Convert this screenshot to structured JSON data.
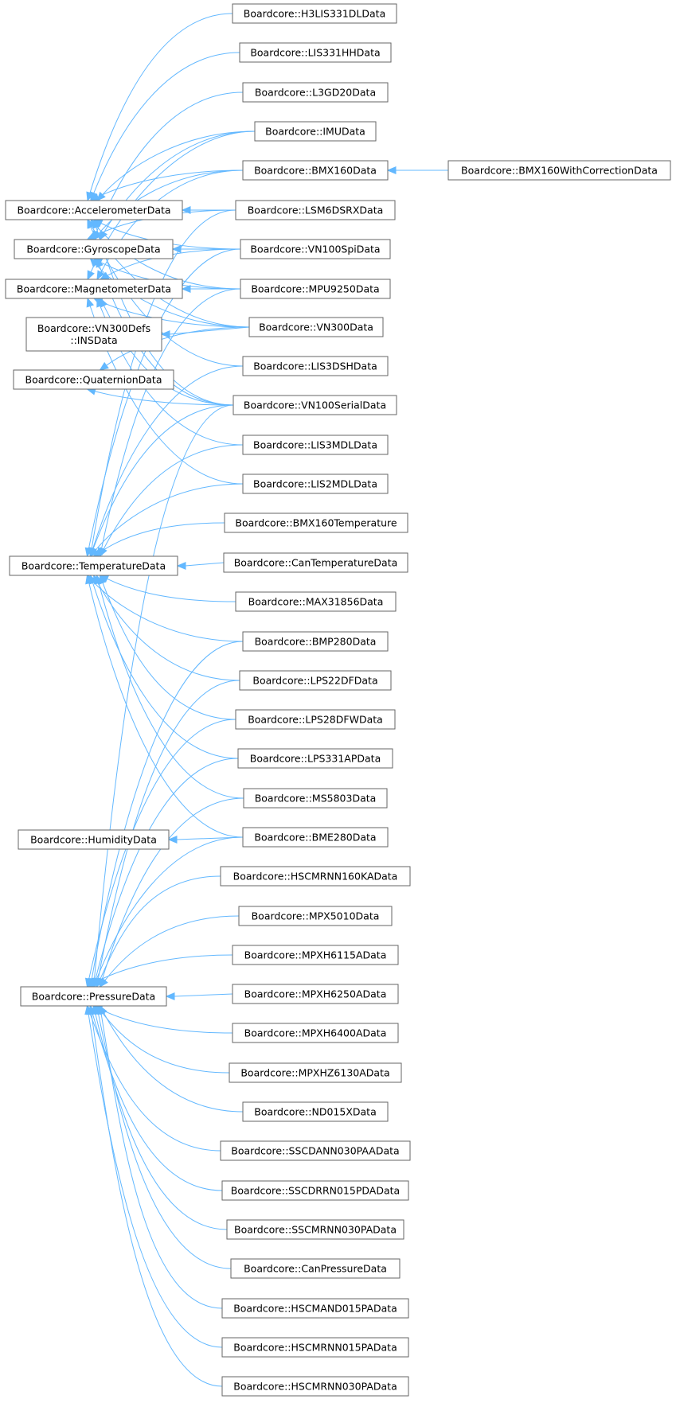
{
  "diagram": {
    "edge_color": "#63b8ff",
    "node_border_color": "#666666",
    "base_classes": [
      {
        "id": "accel",
        "lines": [
          "Boardcore::AccelerometerData"
        ]
      },
      {
        "id": "gyro",
        "lines": [
          "Boardcore::GyroscopeData"
        ]
      },
      {
        "id": "magneto",
        "lines": [
          "Boardcore::MagnetometerData"
        ]
      },
      {
        "id": "vn300ins",
        "lines": [
          "Boardcore::VN300Defs",
          "::INSData"
        ]
      },
      {
        "id": "quat",
        "lines": [
          "Boardcore::QuaternionData"
        ]
      },
      {
        "id": "temp",
        "lines": [
          "Boardcore::TemperatureData"
        ]
      },
      {
        "id": "humid",
        "lines": [
          "Boardcore::HumidityData"
        ]
      },
      {
        "id": "press",
        "lines": [
          "Boardcore::PressureData"
        ]
      }
    ],
    "derived_classes": [
      {
        "id": "h3lis331dl",
        "label": "Boardcore::H3LIS331DLData",
        "bases": [
          "accel"
        ]
      },
      {
        "id": "lis331hh",
        "label": "Boardcore::LIS331HHData",
        "bases": [
          "accel"
        ]
      },
      {
        "id": "l3gd20",
        "label": "Boardcore::L3GD20Data",
        "bases": [
          "gyro"
        ]
      },
      {
        "id": "imu",
        "label": "Boardcore::IMUData",
        "bases": [
          "accel",
          "gyro",
          "magneto"
        ]
      },
      {
        "id": "bmx160",
        "label": "Boardcore::BMX160Data",
        "bases": [
          "accel",
          "gyro",
          "magneto"
        ]
      },
      {
        "id": "lsm6dsrx",
        "label": "Boardcore::LSM6DSRXData",
        "bases": [
          "accel",
          "gyro",
          "temp"
        ]
      },
      {
        "id": "vn100spi",
        "label": "Boardcore::VN100SpiData",
        "bases": [
          "accel",
          "gyro",
          "magneto",
          "temp"
        ]
      },
      {
        "id": "mpu9250",
        "label": "Boardcore::MPU9250Data",
        "bases": [
          "accel",
          "gyro",
          "magneto",
          "temp"
        ]
      },
      {
        "id": "vn300",
        "label": "Boardcore::VN300Data",
        "bases": [
          "accel",
          "gyro",
          "magneto",
          "vn300ins",
          "quat"
        ]
      },
      {
        "id": "lis3dsh",
        "label": "Boardcore::LIS3DSHData",
        "bases": [
          "accel",
          "temp"
        ]
      },
      {
        "id": "vn100serial",
        "label": "Boardcore::VN100SerialData",
        "bases": [
          "accel",
          "gyro",
          "magneto",
          "quat",
          "temp",
          "press"
        ]
      },
      {
        "id": "lis3mdl",
        "label": "Boardcore::LIS3MDLData",
        "bases": [
          "magneto",
          "temp"
        ]
      },
      {
        "id": "lis2mdl",
        "label": "Boardcore::LIS2MDLData",
        "bases": [
          "magneto",
          "temp"
        ]
      },
      {
        "id": "bmx160temp",
        "label": "Boardcore::BMX160Temperature",
        "bases": [
          "temp"
        ]
      },
      {
        "id": "cantemp",
        "label": "Boardcore::CanTemperatureData",
        "bases": [
          "temp"
        ]
      },
      {
        "id": "max31856",
        "label": "Boardcore::MAX31856Data",
        "bases": [
          "temp"
        ]
      },
      {
        "id": "bmp280",
        "label": "Boardcore::BMP280Data",
        "bases": [
          "temp",
          "press"
        ]
      },
      {
        "id": "lps22df",
        "label": "Boardcore::LPS22DFData",
        "bases": [
          "temp",
          "press"
        ]
      },
      {
        "id": "lps28dfw",
        "label": "Boardcore::LPS28DFWData",
        "bases": [
          "temp",
          "press"
        ]
      },
      {
        "id": "lps331ap",
        "label": "Boardcore::LPS331APData",
        "bases": [
          "temp",
          "press"
        ]
      },
      {
        "id": "ms5803",
        "label": "Boardcore::MS5803Data",
        "bases": [
          "temp",
          "press"
        ]
      },
      {
        "id": "bme280",
        "label": "Boardcore::BME280Data",
        "bases": [
          "temp",
          "humid",
          "press"
        ]
      },
      {
        "id": "hscmrnn160ka",
        "label": "Boardcore::HSCMRNN160KAData",
        "bases": [
          "press"
        ]
      },
      {
        "id": "mpx5010",
        "label": "Boardcore::MPX5010Data",
        "bases": [
          "press"
        ]
      },
      {
        "id": "mpxh6115a",
        "label": "Boardcore::MPXH6115AData",
        "bases": [
          "press"
        ]
      },
      {
        "id": "mpxh6250a",
        "label": "Boardcore::MPXH6250AData",
        "bases": [
          "press"
        ]
      },
      {
        "id": "mpxh6400a",
        "label": "Boardcore::MPXH6400AData",
        "bases": [
          "press"
        ]
      },
      {
        "id": "mpxhz6130a",
        "label": "Boardcore::MPXHZ6130AData",
        "bases": [
          "press"
        ]
      },
      {
        "id": "nd015x",
        "label": "Boardcore::ND015XData",
        "bases": [
          "press"
        ]
      },
      {
        "id": "sscdann030paa",
        "label": "Boardcore::SSCDANN030PAAData",
        "bases": [
          "press"
        ]
      },
      {
        "id": "sscdrrn015pda",
        "label": "Boardcore::SSCDRRN015PDAData",
        "bases": [
          "press"
        ]
      },
      {
        "id": "sscmrnn030pa",
        "label": "Boardcore::SSCMRNN030PAData",
        "bases": [
          "press"
        ]
      },
      {
        "id": "canpress",
        "label": "Boardcore::CanPressureData",
        "bases": [
          "press"
        ]
      },
      {
        "id": "hscmand015pa",
        "label": "Boardcore::HSCMAND015PAData",
        "bases": [
          "press"
        ]
      },
      {
        "id": "hscmrnn015pa",
        "label": "Boardcore::HSCMRNN015PAData",
        "bases": [
          "press"
        ]
      },
      {
        "id": "hscmrnn030pa",
        "label": "Boardcore::HSCMRNN030PAData",
        "bases": [
          "press"
        ]
      }
    ],
    "subclasses": [
      {
        "id": "bmx160corr",
        "label": "Boardcore::BMX160WithCorrectionData",
        "bases": [
          "bmx160"
        ]
      }
    ]
  }
}
